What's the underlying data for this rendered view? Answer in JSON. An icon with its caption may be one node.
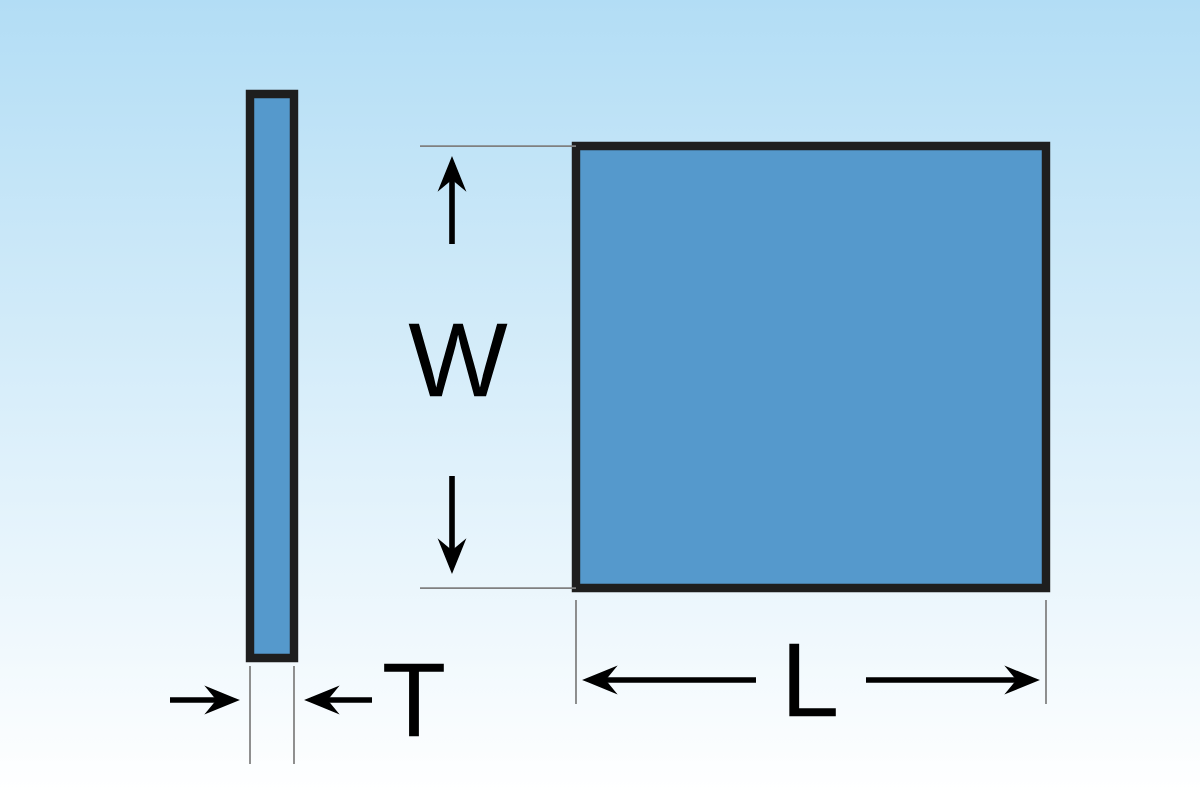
{
  "diagram": {
    "labels": [
      "W",
      "T",
      "L"
    ]
  }
}
